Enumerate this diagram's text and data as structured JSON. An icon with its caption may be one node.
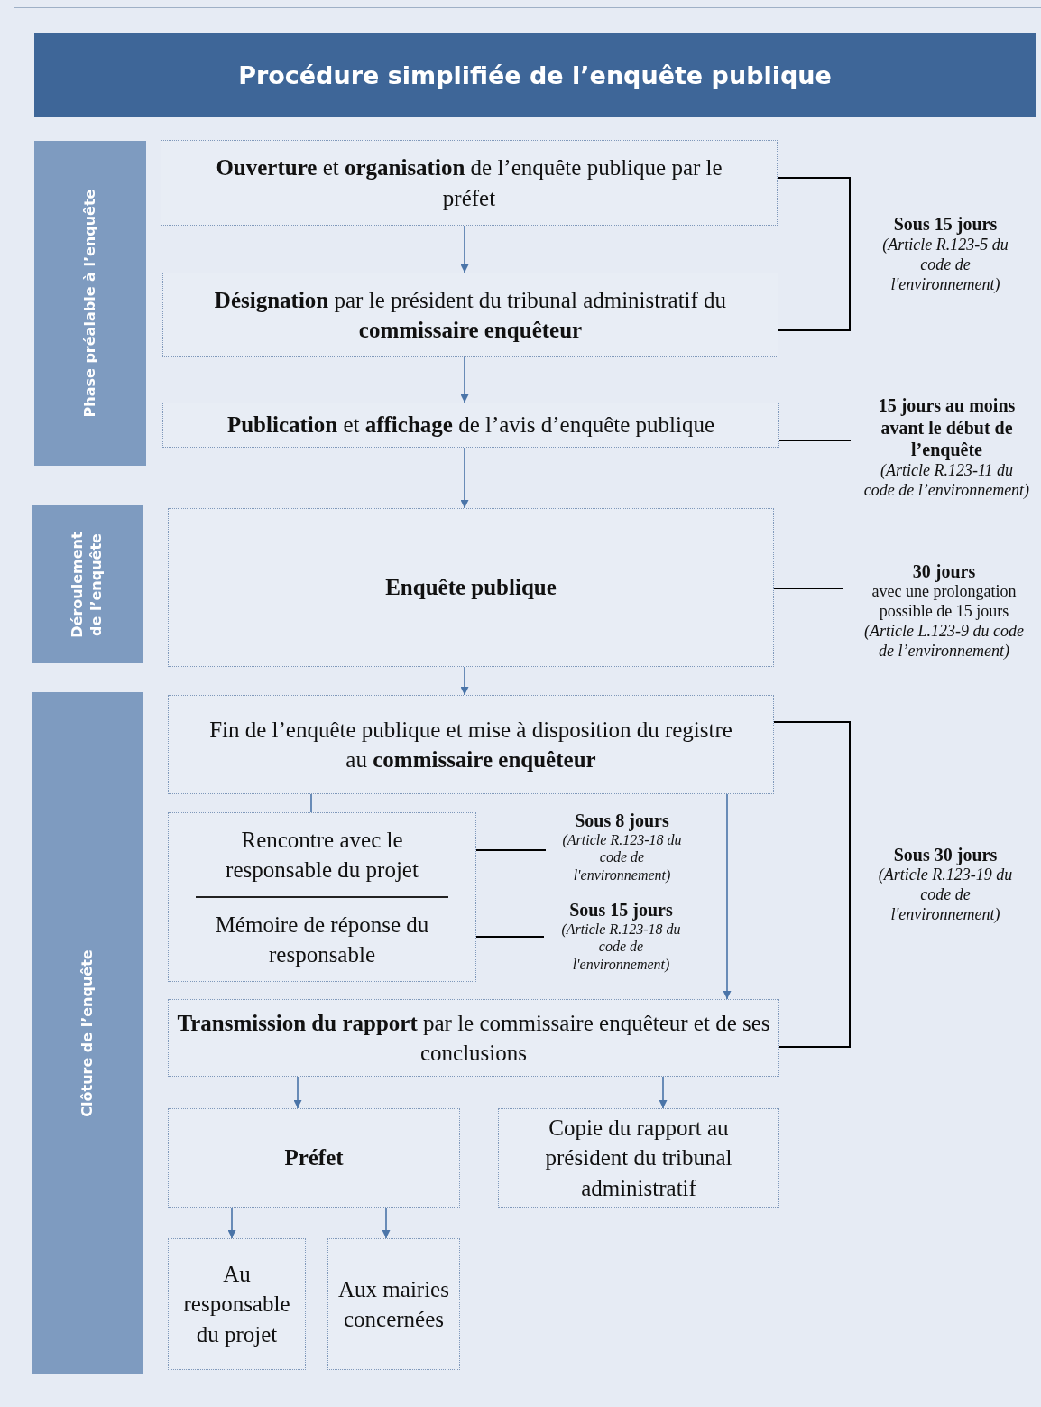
{
  "diagram": {
    "title": "Procédure simplifiée de l’enquête publique",
    "nodes": [
      {
        "text": [
          "Phase préalable à l’enquête"
        ]
      },
      {
        "text": [
          "Déroulement de l’enquête"
        ]
      },
      {
        "text": [
          "Clôture de l’enquête"
        ]
      },
      {
        "text": [
          "**Ouverture** et **organisation** de l’enquête publique par le préfet"
        ]
      },
      {
        "text": [
          "**Désignation** par le président du tribunal administratif du **commissaire enquêteur**"
        ]
      },
      {
        "text": [
          "**Publication** et **affichage** de l’avis d’enquête publique"
        ]
      },
      {
        "text": [
          "Enquête publique"
        ]
      },
      {
        "text": [
          "Fin de l’enquête publique et mise à disposition du registre au **commissaire enquêteur**"
        ]
      },
      {
        "text": [
          "Rencontre avec le responsable du projet",
          "Mémoire de réponse du responsable"
        ]
      },
      {
        "text": [
          "**Transmission du rapport** par le commissaire enquêteur et de ses conclusions"
        ]
      },
      {
        "text": [
          "Préfet"
        ]
      },
      {
        "text": [
          "Copie du rapport au président du tribunal administratif"
        ]
      },
      {
        "text": [
          "Au responsable du projet"
        ]
      },
      {
        "text": [
          "Aux mairies concernées"
        ]
      },
      {
        "text": [
          "Sous 15 jours",
          "(Article R.123-5 du code de l'environnement)"
        ]
      },
      {
        "text": [
          "15 jours au moins avant le début de l’enquête",
          "(Article R.123-11 du code de l’environnement)"
        ]
      },
      {
        "text": [
          "30 jours",
          "avec une prolongation possible de 15 jours",
          "(Article L.123-9 du code de l’environnement)"
        ]
      },
      {
        "text": [
          "Sous 8 jours",
          "(Article R.123-18 du code de l'environnement)"
        ]
      },
      {
        "text": [
          "Sous 15 jours",
          "(Article R.123-18 du code de l'environnement)"
        ]
      },
      {
        "text": [
          "Sous 30 jours",
          "(Article R.123-19 du code de l'environnement)"
        ]
      }
    ],
    "edges": [
      {
        "from": 3,
        "to": 4,
        "arrow": "to"
      },
      {
        "from": 4,
        "to": 5,
        "arrow": "to"
      },
      {
        "from": 5,
        "to": 6,
        "arrow": "to"
      },
      {
        "from": 6,
        "to": 7,
        "arrow": "to"
      },
      {
        "from": 7,
        "to": 8,
        "arrow": "none"
      },
      {
        "from": 7,
        "to": 9,
        "arrow": "to"
      },
      {
        "from": 9,
        "to": 10,
        "arrow": "to"
      },
      {
        "from": 9,
        "to": 11,
        "arrow": "to"
      },
      {
        "from": 10,
        "to": 12,
        "arrow": "to"
      },
      {
        "from": 10,
        "to": 13,
        "arrow": "to"
      },
      {
        "from": 3,
        "to": 14,
        "arrow": "none",
        "color": "#000000"
      },
      {
        "from": 4,
        "to": 14,
        "arrow": "none",
        "color": "#000000"
      },
      {
        "from": 5,
        "to": 15,
        "arrow": "none",
        "color": "#000000"
      },
      {
        "from": 6,
        "to": 16,
        "arrow": "none",
        "color": "#000000"
      },
      {
        "from": 8,
        "to": 17,
        "arrow": "none",
        "color": "#000000"
      },
      {
        "from": 8,
        "to": 18,
        "arrow": "none",
        "color": "#000000"
      },
      {
        "from": 7,
        "to": 19,
        "arrow": "none",
        "color": "#000000"
      },
      {
        "from": 9,
        "to": 19,
        "arrow": "none",
        "color": "#000000"
      }
    ]
  }
}
